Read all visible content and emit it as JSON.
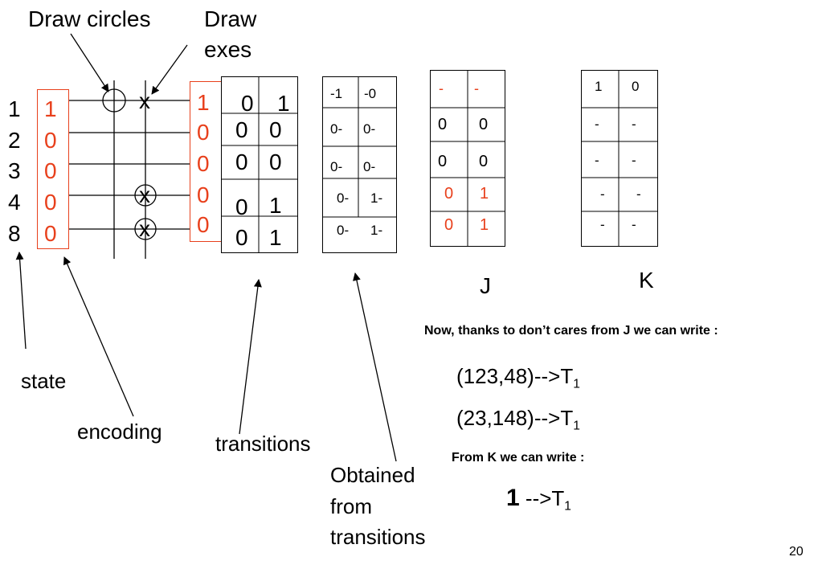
{
  "labels": {
    "draw_circles": "Draw circles",
    "draw": "Draw",
    "exes": "exes",
    "state": "state",
    "encoding": "encoding",
    "transitions": "transitions",
    "obtained_1": "Obtained",
    "obtained_2": "from",
    "obtained_3": "transitions",
    "J": "J",
    "K": "K",
    "page_number": "20"
  },
  "states": [
    "1",
    "2",
    "3",
    "4",
    "8"
  ],
  "encoding": [
    "1",
    "0",
    "0",
    "0",
    "0"
  ],
  "next_encoding": [
    "1",
    "0",
    "0",
    "0",
    "0"
  ],
  "gate_marks": {
    "x": "x",
    "circled_x": "x"
  },
  "transitions_table": [
    [
      "0",
      "1"
    ],
    [
      "0",
      "0"
    ],
    [
      "0",
      "0"
    ],
    [
      "0",
      "1"
    ],
    [
      "0",
      "1"
    ]
  ],
  "obtained_table": [
    [
      "-1",
      "-0"
    ],
    [
      "0-",
      "0-"
    ],
    [
      "0-",
      "0-"
    ],
    [
      "0-",
      "1-"
    ],
    [
      "0-",
      "1-"
    ]
  ],
  "j_table": [
    [
      "-",
      "-"
    ],
    [
      "0",
      "0"
    ],
    [
      "0",
      "0"
    ],
    [
      "0",
      "1"
    ],
    [
      "0",
      "1"
    ]
  ],
  "k_table": [
    [
      "1",
      "0"
    ],
    [
      "-",
      "-"
    ],
    [
      "-",
      "-"
    ],
    [
      "-",
      "-"
    ],
    [
      "-",
      "-"
    ]
  ],
  "notes": {
    "line1": "Now, thanks to don’t cares from J we can write :",
    "eq1": "(123,48)-->T",
    "eq1_sub": "1",
    "eq2": "(23,148)-->T",
    "eq2_sub": "1",
    "line2": "From K we can write :",
    "eq3_bold": "1",
    "eq3": " -->T",
    "eq3_sub": "1"
  },
  "colors": {
    "red": "#e8401c",
    "black": "#000000"
  }
}
